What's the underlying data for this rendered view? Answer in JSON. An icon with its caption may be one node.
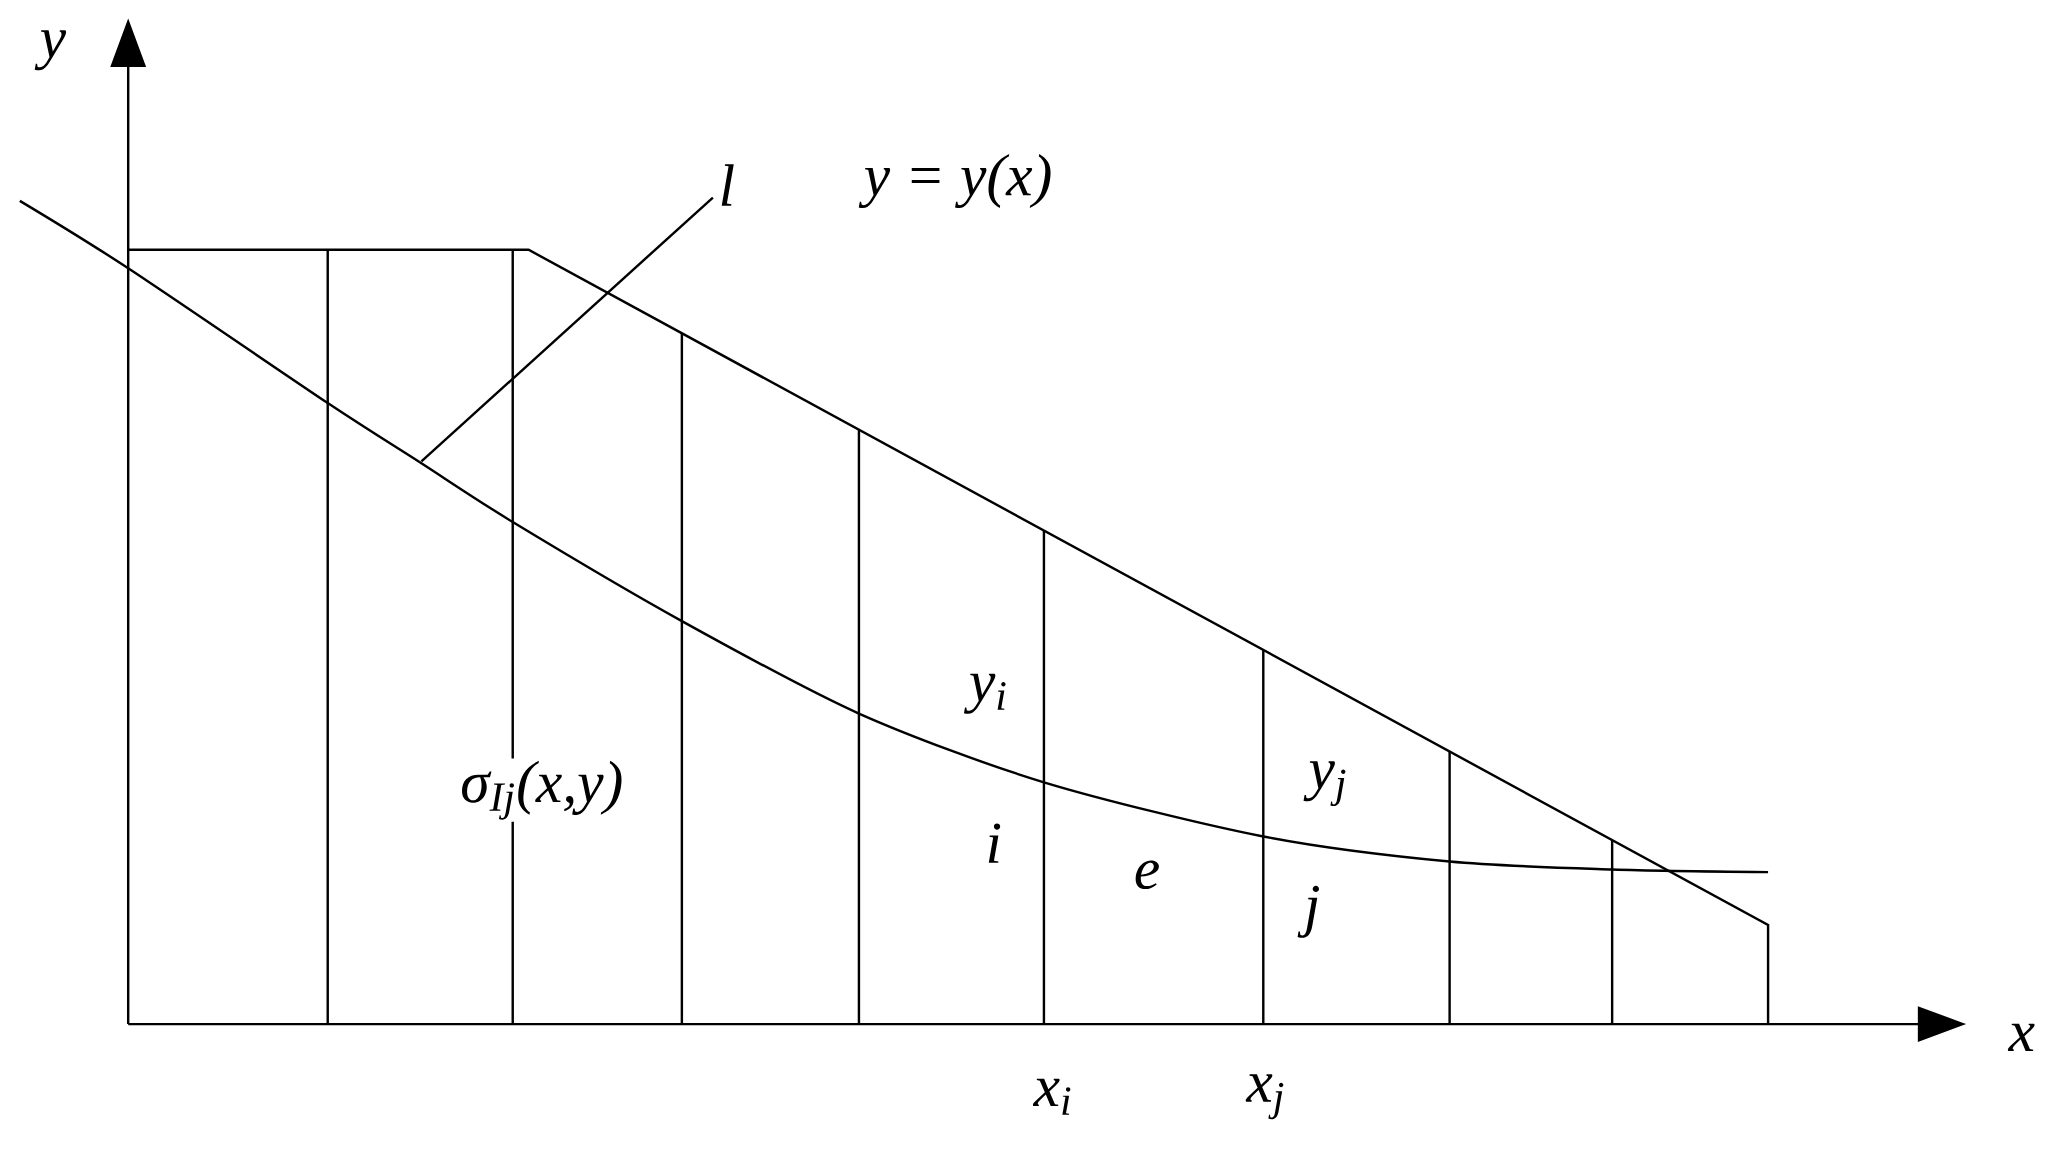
{
  "diagram": {
    "nodes": [
      {
        "text": [
          "l"
        ]
      },
      {
        "text": [],
        "shape": "curve"
      }
    ],
    "edges": [
      {
        "from": 0,
        "to": 1,
        "arrow": "none"
      }
    ],
    "labels": [
      "y",
      "y = y(x)",
      "y$_{i}$",
      "σ$_{Ij}$(x,y)",
      "y$_{j}$",
      "i",
      "e",
      "j",
      "x",
      "x$_{i}$",
      "x$_{j}$"
    ]
  }
}
